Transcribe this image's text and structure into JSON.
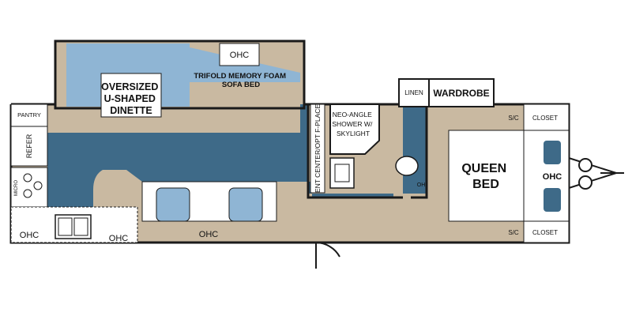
{
  "colors": {
    "wall": "#1a1a1a",
    "floor_blue": "#3e6a88",
    "carpet_tan": "#c9b9a1",
    "light_blue": "#8fb5d4",
    "bed_white": "#ffffff",
    "counter": "#ffffff"
  },
  "labels": {
    "dinette": [
      "OVERSIZED",
      "U-SHAPED",
      "DINETTE"
    ],
    "sofa_bed": [
      "TRIFOLD MEMORY FOAM",
      "SOFA BED"
    ],
    "ohc_slide": "OHC",
    "linen": "LINEN",
    "wardrobe": "WARDROBE",
    "pantry": "PANTRY",
    "refer": "REFER",
    "micro": "MICRO",
    "shower": [
      "NEO-ANGLE",
      "SHOWER W/",
      "SKYLIGHT"
    ],
    "ent_center": "ENT CENTER/OPT F-PLACE",
    "queen_bed": [
      "QUEEN",
      "BED"
    ],
    "bed_ohc": "OHC",
    "sc_top": "S/C",
    "sc_bottom": "S/C",
    "closet_top": "CLOSET",
    "closet_bottom": "CLOSET",
    "ohc_kitchen_left": "OHC",
    "ohc_kitchen_right": "OHC",
    "ohc_window": "OHC",
    "oh_bath": "OH"
  },
  "icons": [
    "stove-burner-icon",
    "sink-icon",
    "toilet-icon",
    "armchair-icon",
    "hitch-icon",
    "spare-tire-icon"
  ]
}
